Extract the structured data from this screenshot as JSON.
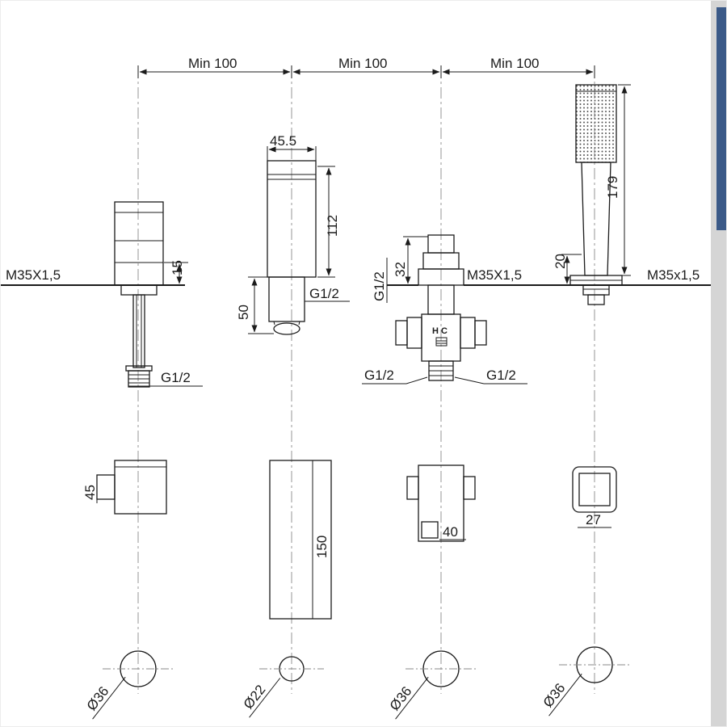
{
  "scrollbar": {
    "track_color": "#d5d5d5",
    "thumb_color": "#3b5a88"
  },
  "dims": {
    "min100_a": "Min 100",
    "min100_b": "Min 100",
    "min100_c": "Min 100"
  },
  "handle": {
    "deck_thread": "M35X1,5",
    "base_height": "15",
    "tail_thread": "G1/2",
    "body_size": "45",
    "hole_dia": "Ø36"
  },
  "spout": {
    "width": "45.5",
    "height": "112",
    "reach": "50",
    "tail_thread": "G1/2",
    "body_length": "150",
    "hole_dia": "Ø22"
  },
  "diverter": {
    "top_thread": "G1/2",
    "neck_height": "32",
    "deck_thread": "M35X1,5",
    "left_thread": "G1/2",
    "right_thread": "G1/2",
    "hot_cold": "H C",
    "body_size": "40",
    "hole_dia": "Ø36"
  },
  "handshower": {
    "length": "179",
    "neck_height": "20",
    "deck_thread": "M35x1,5",
    "body_size": "27",
    "hole_dia": "Ø36"
  }
}
